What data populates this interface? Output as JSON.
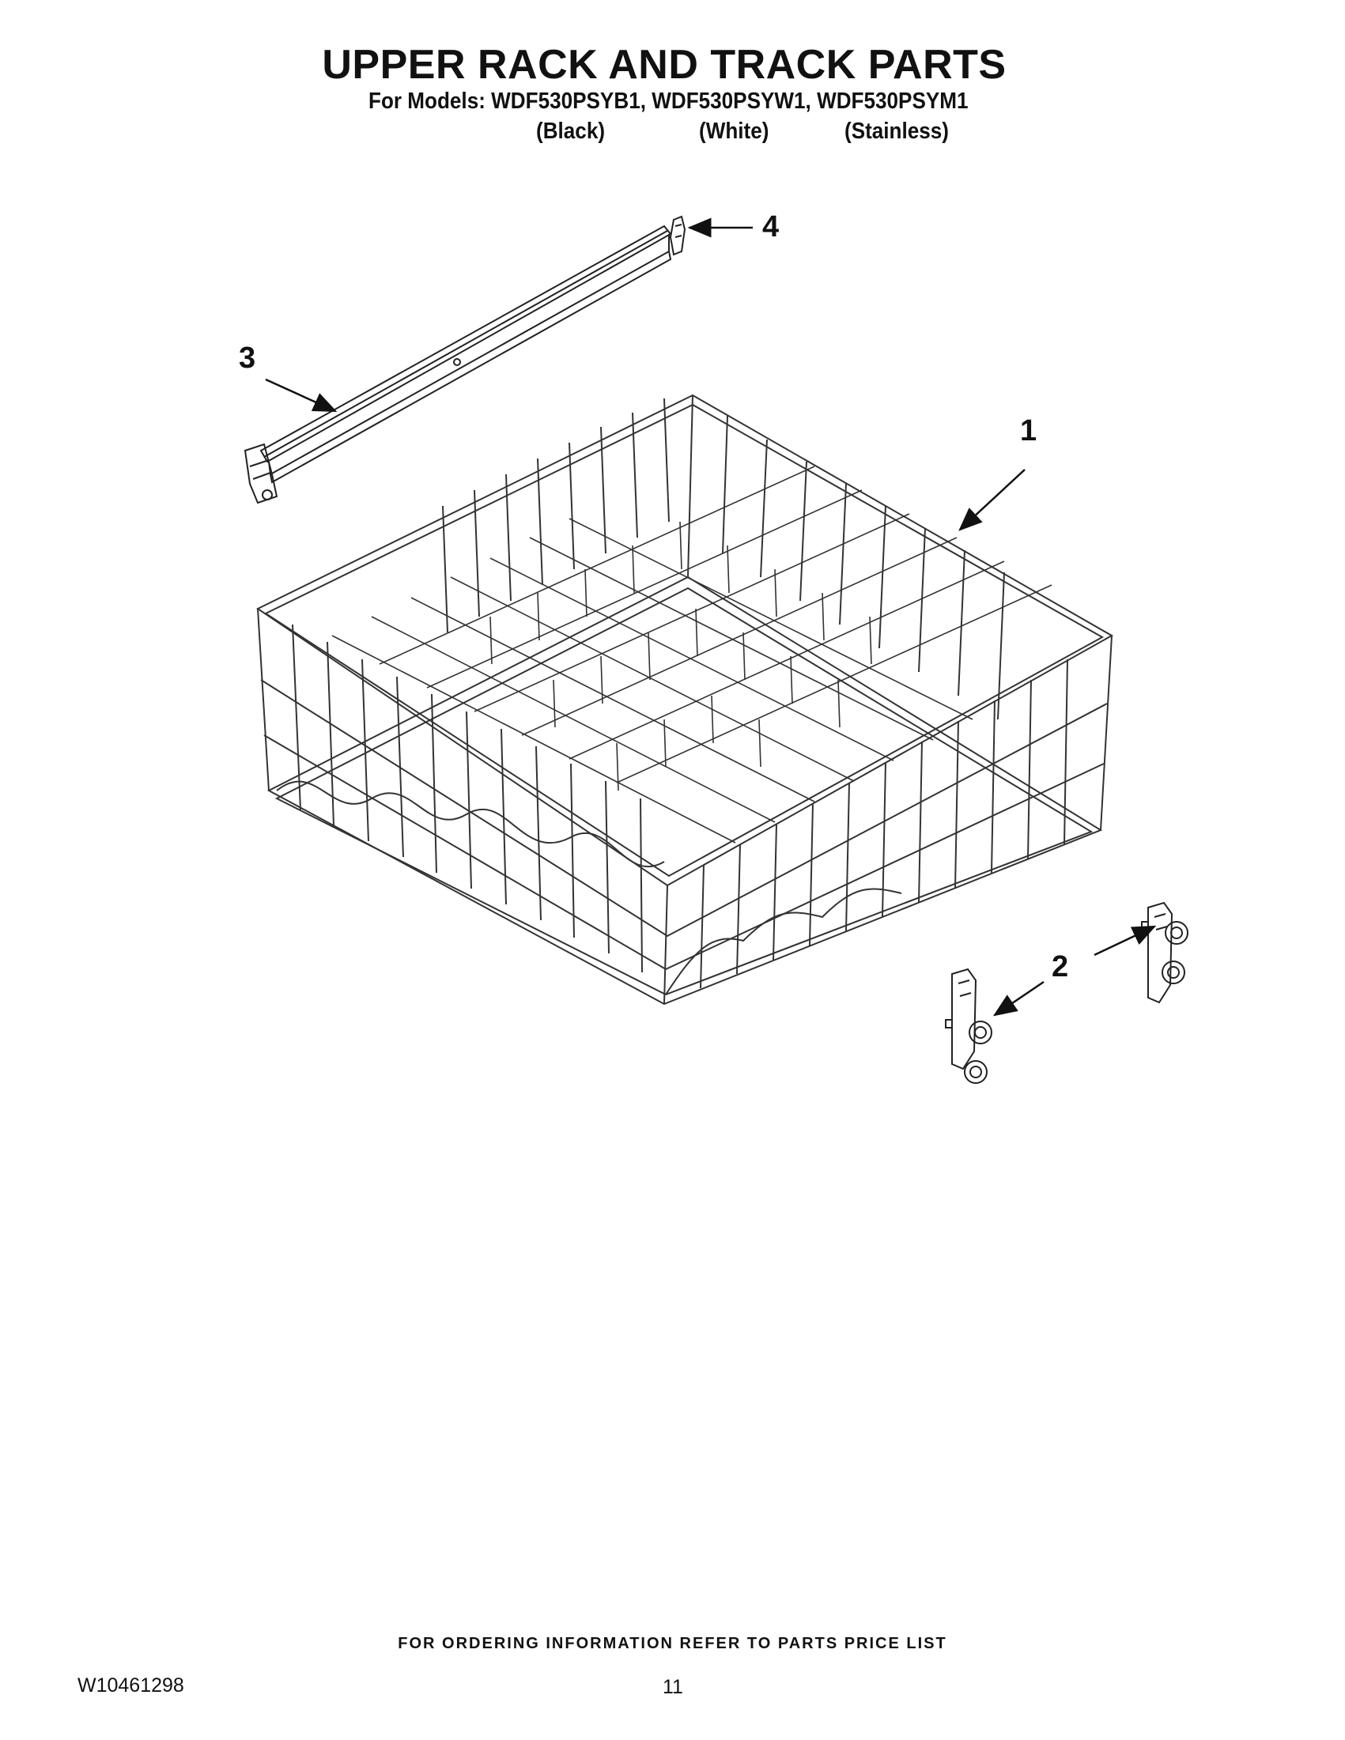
{
  "header": {
    "title": "UPPER RACK AND TRACK PARTS",
    "models_line": "For Models: WDF530PSYB1, WDF530PSYW1, WDF530PSYM1",
    "colors": [
      "(Black)",
      "(White)",
      "(Stainless)"
    ]
  },
  "callouts": {
    "rack": "1",
    "wheel_assembly": "2",
    "track": "3",
    "track_stop": "4"
  },
  "footer": {
    "ordering_note": "FOR ORDERING INFORMATION REFER TO PARTS PRICE LIST",
    "doc_number": "W10461298",
    "page_number": "11"
  },
  "colors": {
    "ink": "#111111",
    "background": "#ffffff"
  }
}
